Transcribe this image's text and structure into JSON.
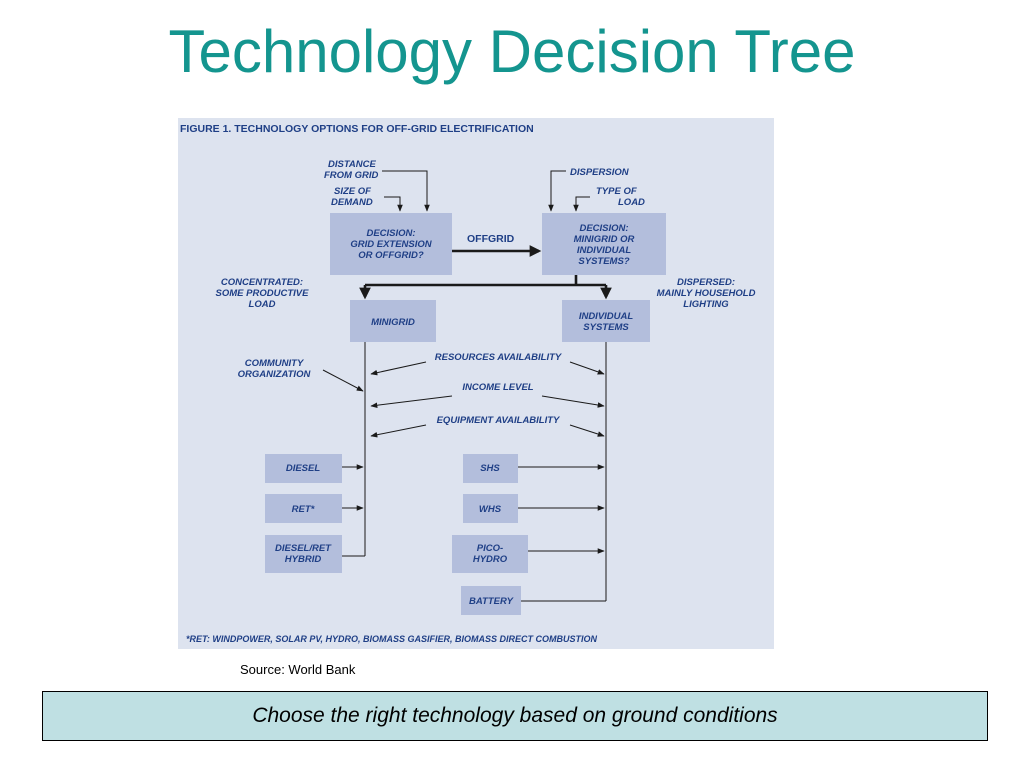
{
  "title": "Technology Decision Tree",
  "figure": {
    "heading": "FIGURE 1. TECHNOLOGY OPTIONS FOR OFF-GRID ELECTRIFICATION",
    "footnote": "*RET: WINDPOWER, SOLAR PV, HYDRO, BIOMASS GASIFIER, BIOMASS DIRECT COMBUSTION",
    "inputs": {
      "distance_from_grid": [
        "DISTANCE",
        "FROM GRID"
      ],
      "size_of_demand": [
        "SIZE OF",
        "DEMAND"
      ],
      "dispersion": [
        "DISPERSION"
      ],
      "type_of_load": [
        "TYPE OF",
        "LOAD"
      ]
    },
    "decision_grid": [
      "DECISION:",
      "GRID EXTENSION",
      "OR OFFGRID?"
    ],
    "offgrid_label": "OFFGRID",
    "decision_minigrid": [
      "DECISION:",
      "MINIGRID OR",
      "INDIVIDUAL",
      "SYSTEMS?"
    ],
    "concentrated": [
      "CONCENTRATED:",
      "SOME PRODUCTIVE",
      "LOAD"
    ],
    "dispersed": [
      "DISPERSED:",
      "MAINLY HOUSEHOLD",
      "LIGHTING"
    ],
    "minigrid": [
      "MINIGRID"
    ],
    "individual_systems": [
      "INDIVIDUAL",
      "SYSTEMS"
    ],
    "community_organization": [
      "COMMUNITY",
      "ORGANIZATION"
    ],
    "factors": {
      "resources": "RESOURCES AVAILABILITY",
      "income": "INCOME LEVEL",
      "equipment": "EQUIPMENT AVAILABILITY"
    },
    "minigrid_options": [
      [
        "DIESEL"
      ],
      [
        "RET*"
      ],
      [
        "DIESEL/RET",
        "HYBRID"
      ]
    ],
    "individual_options": [
      [
        "SHS"
      ],
      [
        "WHS"
      ],
      [
        "PICO-",
        "HYDRO"
      ],
      [
        "BATTERY"
      ]
    ]
  },
  "source": "Source: World Bank",
  "callout": "Choose the right technology based on ground conditions"
}
